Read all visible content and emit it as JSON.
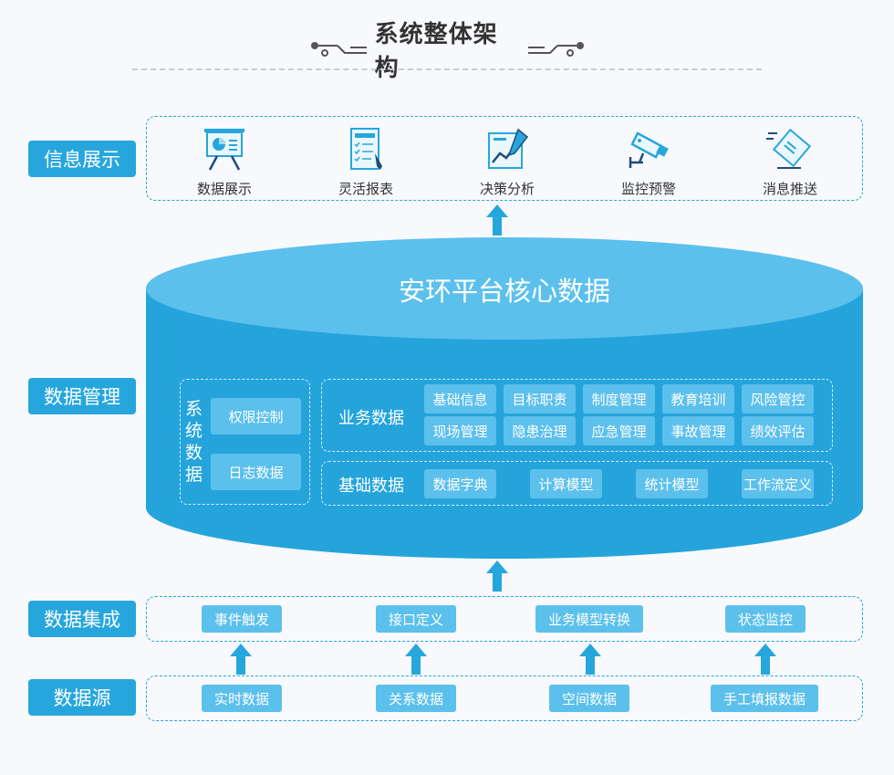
{
  "title": "系统整体架构",
  "side_labels": {
    "display": "信息展示",
    "management": "数据管理",
    "integration": "数据集成",
    "source": "数据源"
  },
  "display_items": [
    "数据展示",
    "灵活报表",
    "决策分析",
    "监控预警",
    "消息推送"
  ],
  "core_title": "安环平台核心数据",
  "system_data": {
    "label": "系统数据",
    "items": [
      "权限控制",
      "日志数据"
    ]
  },
  "business_data": {
    "label": "业务数据",
    "items": [
      "基础信息",
      "目标职责",
      "制度管理",
      "教育培训",
      "风险管控",
      "现场管理",
      "隐患治理",
      "应急管理",
      "事故管理",
      "绩效评估"
    ]
  },
  "basic_data": {
    "label": "基础数据",
    "items": [
      "数据字典",
      "计算模型",
      "统计模型",
      "工作流定义"
    ]
  },
  "integration_items": [
    "事件触发",
    "接口定义",
    "业务模型转换",
    "状态监控"
  ],
  "source_items": [
    "实时数据",
    "关系数据",
    "空间数据",
    "手工填报数据"
  ],
  "colors": {
    "primary": "#27a6dd",
    "light": "#5cc0ec",
    "dark": "#1f95cf"
  }
}
